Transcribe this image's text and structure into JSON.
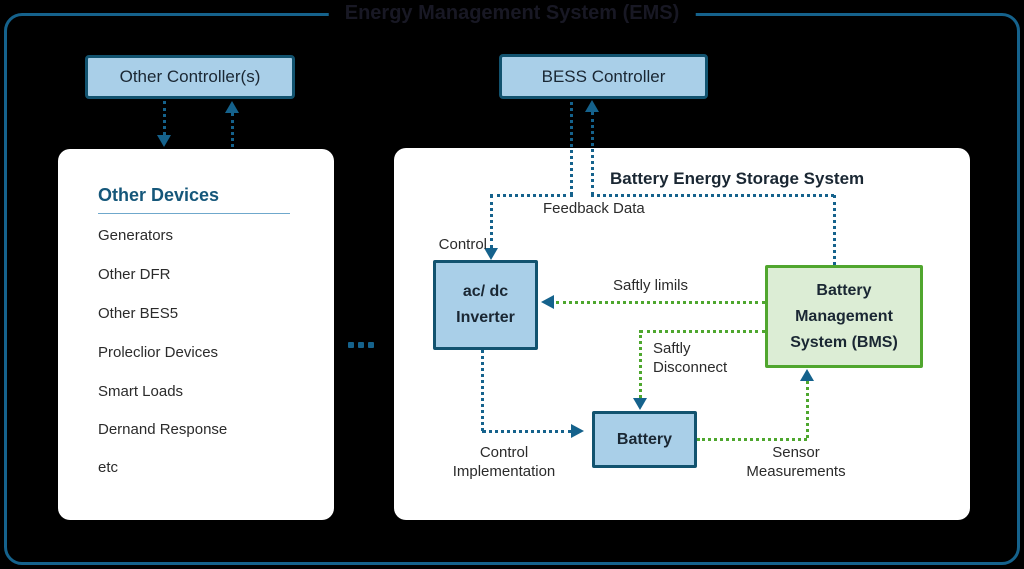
{
  "title": "Energy Management System (EMS)",
  "colors": {
    "accent_teal": "#15628C",
    "accent_green": "#4EA72E",
    "box_blue_fill": "#A9CFE8",
    "box_blue_border": "#12536F",
    "box_green_fill": "#DCEDD5",
    "box_green_border": "#50A62E",
    "heading_teal": "#15577A",
    "panel": "#FFFFFF"
  },
  "controllers": {
    "other_label": "Other Controller(s)",
    "bess_label": "BESS Controller"
  },
  "other_devices": {
    "heading": "Other Devices",
    "items": [
      "Generators",
      "Other DFR",
      "Other BES5",
      "Proleclior Devices",
      "Smart Loads",
      "Dernand Response",
      "etc"
    ]
  },
  "bess_system": {
    "heading": "Battery Energy Storage System",
    "inverter": {
      "line1": "ac/ dc",
      "line2": "Inverter"
    },
    "battery": "Battery",
    "bms": {
      "line1": "Battery",
      "line2": "Management",
      "line3": "System (BMS)"
    },
    "labels": {
      "feedback_data": "Feedback Data",
      "control": "Control",
      "safety_limits": "Saftly limils",
      "safety_disconnect": {
        "line1": "Saftly",
        "line2": "Disconnect"
      },
      "control_implementation": {
        "line1": "Control",
        "line2": "Implementation"
      },
      "sensor_measurements": {
        "line1": "Sensor",
        "line2": "Measurements"
      }
    }
  }
}
